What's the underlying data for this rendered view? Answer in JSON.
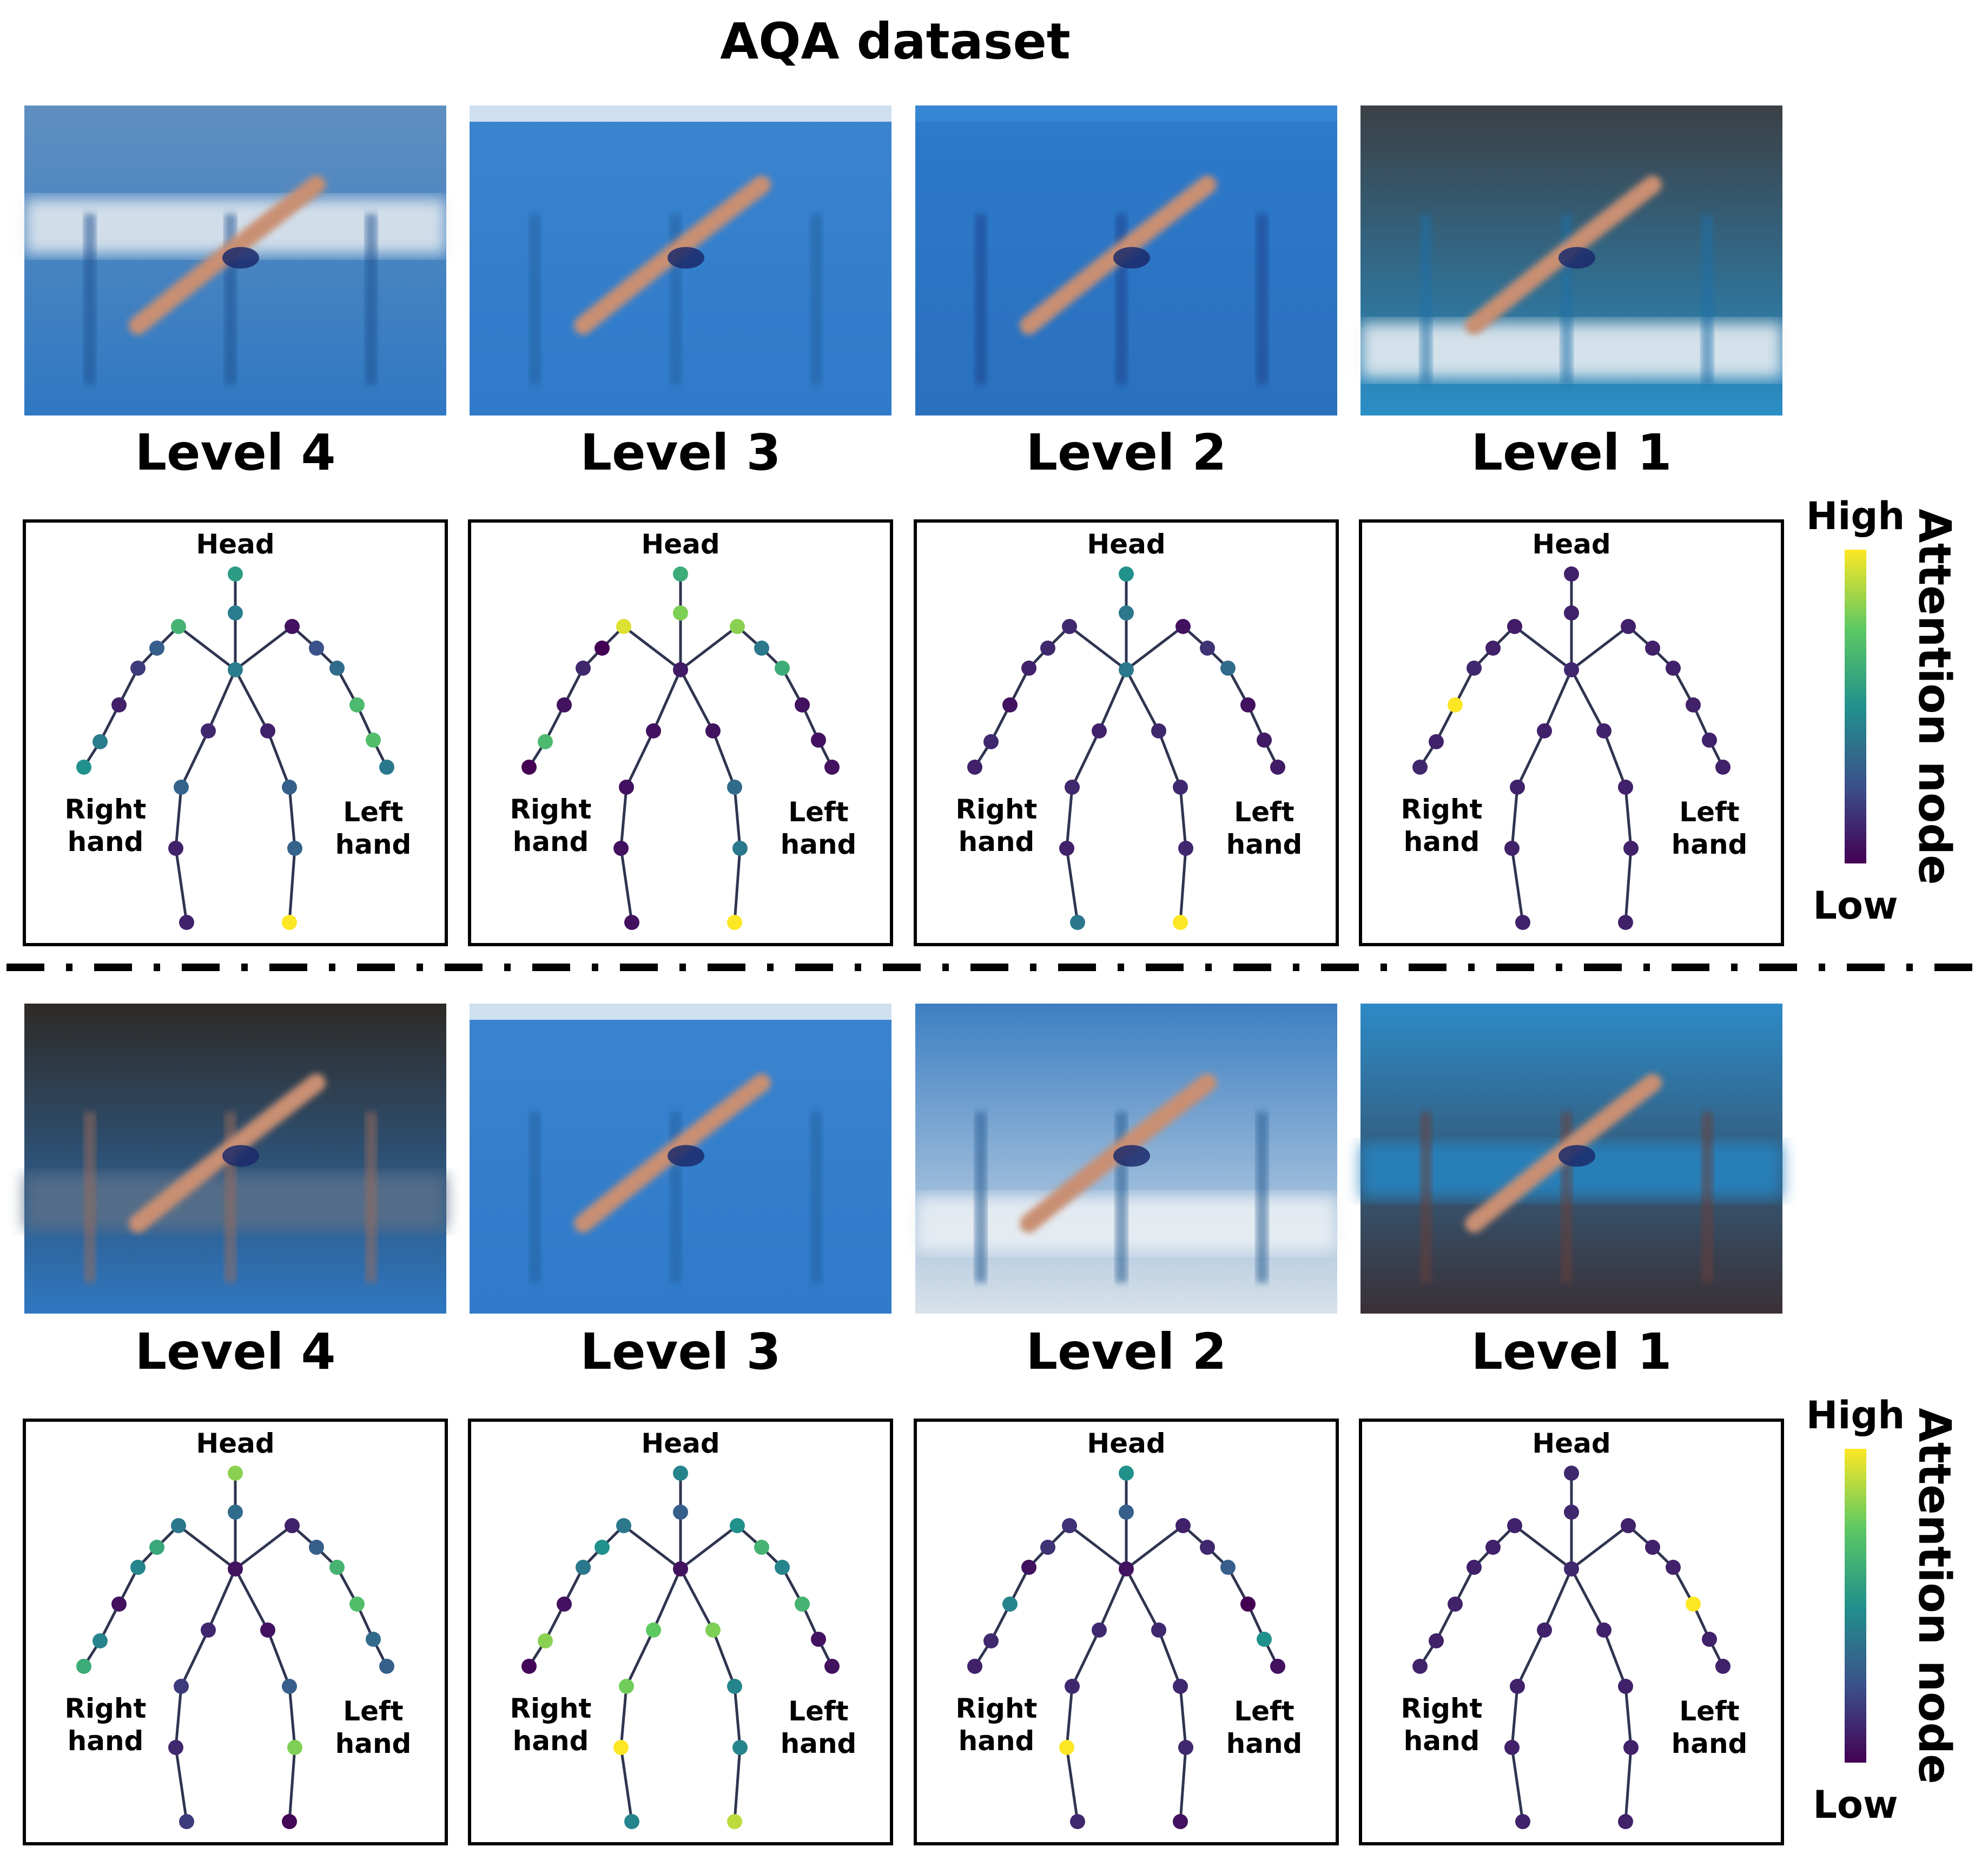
{
  "title": "AQA dataset",
  "labels": {
    "head": "Head",
    "right_hand": [
      "Right",
      "hand"
    ],
    "left_hand": [
      "Left",
      "hand"
    ]
  },
  "colorbar": {
    "high": "High",
    "low": "Low",
    "axis_label": "Attention node",
    "colormap": "viridis",
    "colors": [
      "#fde725",
      "#5ec962",
      "#21918c",
      "#3b528b",
      "#440154"
    ]
  },
  "rows": [
    {
      "photo_themes": [
        "pool-blurred",
        "pool-blue",
        "pool-blue-dark",
        "olympic-board"
      ],
      "panels": [
        {
          "level": "Level 4",
          "attention": [
            0.55,
            0.42,
            0.42,
            0.65,
            0.3,
            0.18,
            0.1,
            0.42,
            0.5,
            0.05,
            0.25,
            0.35,
            0.68,
            0.7,
            0.4,
            0.12,
            0.32,
            0.1,
            0.1,
            0.1,
            0.3,
            0.32,
            1.0
          ]
        },
        {
          "level": "Level 3",
          "attention": [
            0.62,
            0.8,
            0.08,
            0.95,
            0.0,
            0.12,
            0.05,
            0.68,
            0.0,
            0.82,
            0.4,
            0.62,
            0.05,
            0.05,
            0.05,
            0.05,
            0.05,
            0.05,
            0.05,
            0.05,
            0.35,
            0.4,
            1.0
          ]
        },
        {
          "level": "Level 2",
          "attention": [
            0.5,
            0.4,
            0.4,
            0.12,
            0.12,
            0.1,
            0.05,
            0.12,
            0.1,
            0.05,
            0.15,
            0.35,
            0.05,
            0.08,
            0.08,
            0.1,
            0.12,
            0.1,
            0.4,
            0.12,
            0.12,
            0.12,
            1.0
          ]
        },
        {
          "level": "Level 1",
          "attention": [
            0.1,
            0.1,
            0.12,
            0.08,
            0.1,
            0.12,
            1.0,
            0.1,
            0.12,
            0.1,
            0.1,
            0.1,
            0.1,
            0.1,
            0.1,
            0.1,
            0.1,
            0.1,
            0.1,
            0.1,
            0.1,
            0.1,
            0.1
          ]
        }
      ]
    },
    {
      "photo_themes": [
        "pool-dark-crowd",
        "pool-blue",
        "pool-board-blur",
        "olympic-crowd"
      ],
      "panels": [
        {
          "level": "Level 4",
          "attention": [
            0.82,
            0.35,
            0.05,
            0.4,
            0.6,
            0.45,
            0.05,
            0.45,
            0.62,
            0.1,
            0.3,
            0.65,
            0.7,
            0.35,
            0.3,
            0.12,
            0.18,
            0.12,
            0.18,
            0.05,
            0.3,
            0.8,
            0.02
          ]
        },
        {
          "level": "Level 3",
          "attention": [
            0.45,
            0.3,
            0.05,
            0.4,
            0.5,
            0.4,
            0.05,
            0.82,
            0.02,
            0.5,
            0.65,
            0.45,
            0.65,
            0.05,
            0.05,
            0.75,
            0.78,
            1.0,
            0.45,
            0.8,
            0.45,
            0.45,
            0.9
          ]
        },
        {
          "level": "Level 2",
          "attention": [
            0.5,
            0.3,
            0.05,
            0.15,
            0.15,
            0.05,
            0.45,
            0.12,
            0.1,
            0.1,
            0.12,
            0.3,
            0.0,
            0.5,
            0.05,
            0.12,
            0.12,
            1.0,
            0.12,
            0.12,
            0.12,
            0.12,
            0.05
          ]
        },
        {
          "level": "Level 1",
          "attention": [
            0.12,
            0.12,
            0.12,
            0.1,
            0.1,
            0.1,
            0.1,
            0.1,
            0.1,
            0.1,
            0.1,
            0.1,
            1.0,
            0.1,
            0.1,
            0.1,
            0.1,
            0.1,
            0.1,
            0.1,
            0.1,
            0.1,
            0.1
          ]
        }
      ]
    }
  ]
}
